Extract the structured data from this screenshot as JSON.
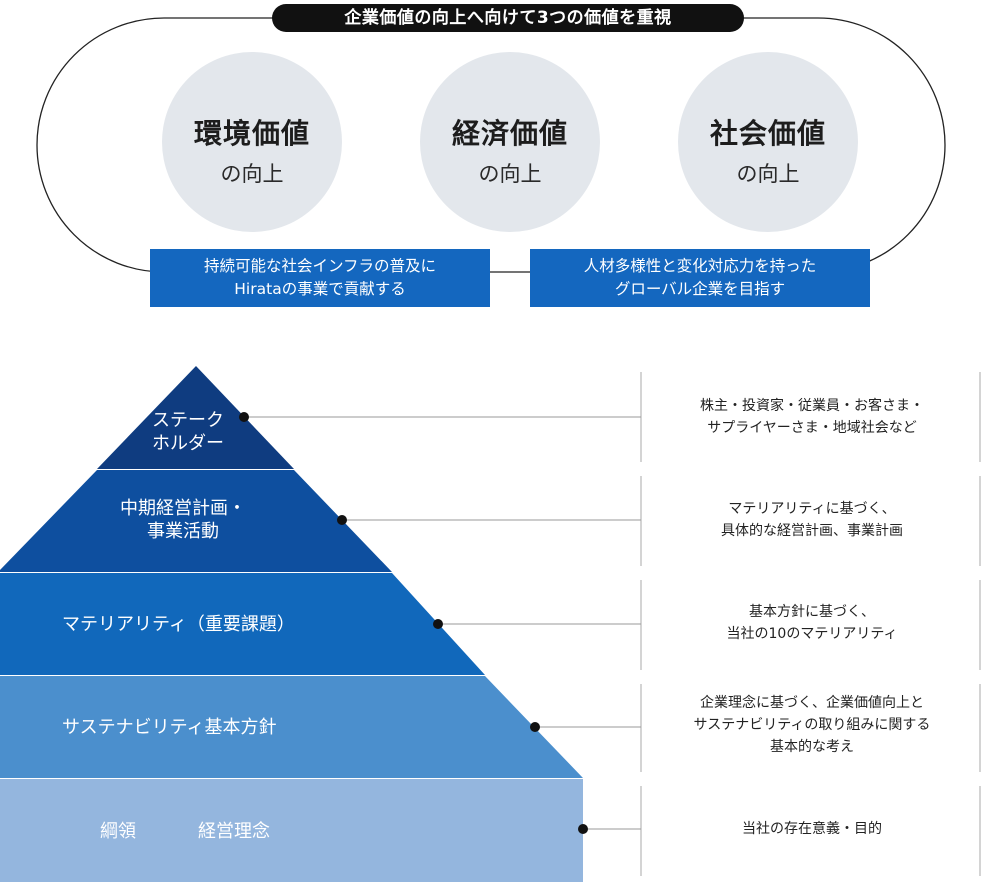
{
  "header": {
    "title": "企業価値の向上へ向けて3つの価値を重視"
  },
  "values": [
    {
      "name": "環境価値",
      "sub": "の向上"
    },
    {
      "name": "経済価値",
      "sub": "の向上"
    },
    {
      "name": "社会価値",
      "sub": "の向上"
    }
  ],
  "goals": [
    {
      "line1": "持続可能な社会インフラの普及に",
      "line2": "Hirataの事業で貢献する"
    },
    {
      "line1": "人材多様性と変化対応力を持った",
      "line2": "グローバル企業を目指す"
    }
  ],
  "pyramid": {
    "colors": [
      "#0f3c80",
      "#0e4f9f",
      "#1168bb",
      "#4b8fcd",
      "#94b6de"
    ],
    "layers": [
      {
        "line1": "ステーク",
        "line2": "ホルダー",
        "desc1": "株主・投資家・従業員・お客さま・",
        "desc2": "サプライヤーさま・地域社会など",
        "desc3": ""
      },
      {
        "line1": "中期経営計画・",
        "line2": "事業活動",
        "desc1": "マテリアリティに基づく、",
        "desc2": "具体的な経営計画、事業計画",
        "desc3": ""
      },
      {
        "line1": "マテリアリティ（重要課題）",
        "line2": "",
        "desc1": "基本方針に基づく、",
        "desc2": "当社の10のマテリアリティ",
        "desc3": ""
      },
      {
        "line1": "サステナビリティ基本方針",
        "line2": "",
        "desc1": "企業理念に基づく、企業価値向上と",
        "desc2": "サステナビリティの取り組みに関する",
        "desc3": "基本的な考え"
      },
      {
        "line1": "綱領",
        "line1b": "経営理念",
        "line2": "",
        "desc1": "当社の存在意義・目的",
        "desc2": "",
        "desc3": ""
      }
    ]
  }
}
